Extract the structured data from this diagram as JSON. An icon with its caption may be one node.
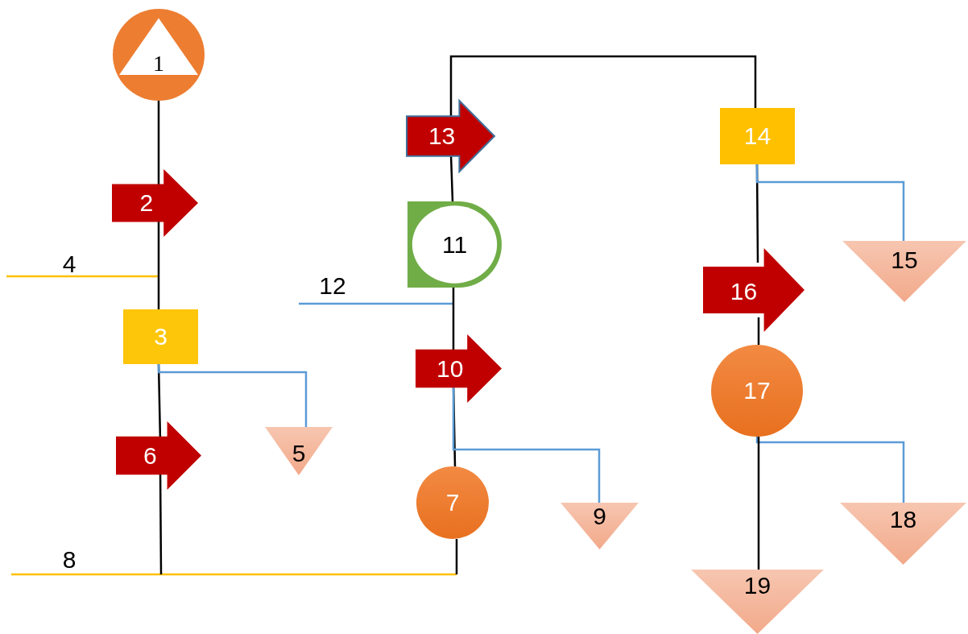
{
  "diagram": {
    "nodes": [
      {
        "text": [
          "1"
        ]
      },
      {
        "text": [
          "2"
        ]
      },
      {
        "text": [
          "3"
        ]
      },
      {
        "text": [
          "5"
        ]
      },
      {
        "text": [
          "6"
        ]
      },
      {
        "text": [
          "7"
        ]
      },
      {
        "text": [
          "9"
        ]
      },
      {
        "text": [
          "10"
        ]
      },
      {
        "text": [
          "11"
        ]
      },
      {
        "text": [
          "13"
        ]
      },
      {
        "text": [
          "14"
        ]
      },
      {
        "text": [
          "15"
        ]
      },
      {
        "text": [
          "16"
        ]
      },
      {
        "text": [
          "17"
        ]
      },
      {
        "text": [
          "18"
        ]
      },
      {
        "text": [
          "19"
        ]
      }
    ],
    "edges": [
      {
        "from": 0,
        "to": 1,
        "arrow": "none"
      },
      {
        "from": 1,
        "to": 2,
        "arrow": "none"
      },
      {
        "from": 2,
        "to": 4,
        "arrow": "none"
      },
      {
        "from": 2,
        "to": 3,
        "arrow": "none",
        "color": "#5b9bd5"
      },
      {
        "from": 4,
        "to": null,
        "arrow": "none"
      },
      {
        "from": 5,
        "to": null,
        "arrow": "none"
      },
      {
        "from": 7,
        "to": 5,
        "arrow": "none"
      },
      {
        "from": 7,
        "to": 6,
        "arrow": "none",
        "color": "#5b9bd5"
      },
      {
        "from": 8,
        "to": 7,
        "arrow": "none"
      },
      {
        "from": 9,
        "to": 8,
        "arrow": "none"
      },
      {
        "from": 9,
        "to": 10,
        "arrow": "none"
      },
      {
        "from": 10,
        "to": 12,
        "arrow": "none"
      },
      {
        "from": 10,
        "to": 11,
        "arrow": "none",
        "color": "#5b9bd5"
      },
      {
        "from": 12,
        "to": 13,
        "arrow": "none"
      },
      {
        "from": 13,
        "to": 14,
        "arrow": "none",
        "color": "#5b9bd5"
      },
      {
        "from": 13,
        "to": 15,
        "arrow": "none"
      }
    ],
    "labels": [
      "4",
      "12",
      "8"
    ]
  }
}
